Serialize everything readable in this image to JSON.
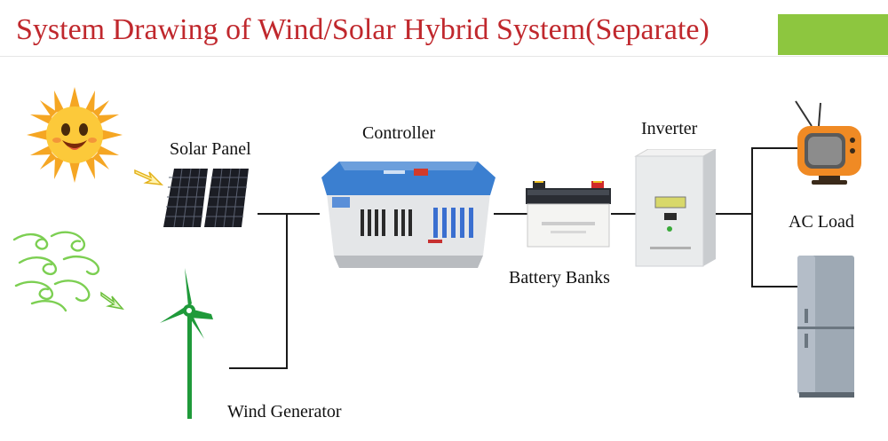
{
  "title": "System Drawing of Wind/Solar Hybrid System(Separate)",
  "labels": {
    "solar_panel": "Solar Panel",
    "controller": "Controller",
    "inverter": "Inverter",
    "battery_banks": "Battery Banks",
    "ac_load": "AC Load",
    "wind_generator": "Wind Generator"
  },
  "colors": {
    "title": "#c0282d",
    "accent_block": "#8dc63f",
    "wire": "#1a1a1a",
    "controller_blue": "#3b7fd0",
    "turbine_green": "#1f9a3a",
    "sun_yellow": "#f5a623",
    "wind_swirl": "#7ccf52"
  },
  "icons": [
    "sun-icon",
    "wind-swirl-icon",
    "solar-panel-icon",
    "wind-turbine-icon",
    "controller-icon",
    "battery-icon",
    "inverter-icon",
    "tv-icon",
    "refrigerator-icon",
    "arrow-icon"
  ]
}
